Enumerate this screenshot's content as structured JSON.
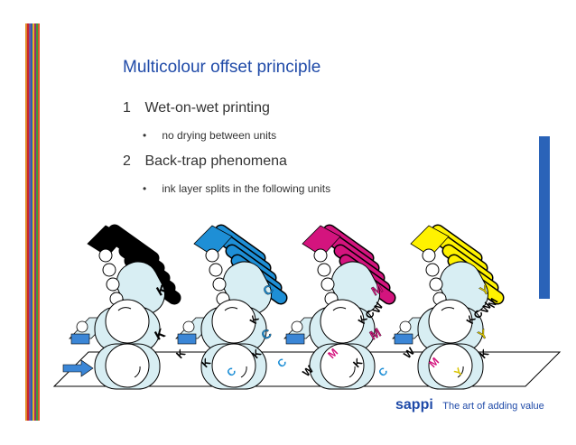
{
  "slide": {
    "title": "Multicolour offset principle",
    "points": [
      {
        "number": "1",
        "text": "Wet-on-wet printing",
        "sub": "no drying between units"
      },
      {
        "number": "2",
        "text": "Back-trap phenomena",
        "sub": "ink layer splits in the following units"
      }
    ],
    "bullet": "•"
  },
  "diagram": {
    "units": [
      {
        "ink": "#000000",
        "label": "K",
        "trailing": []
      },
      {
        "ink": "#1e8fd6",
        "label": "C",
        "trailing": [
          "K"
        ]
      },
      {
        "ink": "#d4147e",
        "label": "M",
        "trailing": [
          "K",
          "C",
          "W"
        ]
      },
      {
        "ink": "#fff200",
        "label": "Y",
        "trailing": [
          "K",
          "C",
          "W",
          "M"
        ]
      }
    ],
    "paper_labels": [
      "K",
      "K",
      "C",
      "K",
      "C",
      "W",
      "M",
      "K",
      "C",
      "W",
      "M",
      "Y",
      "K"
    ],
    "colors": {
      "cylinder": "#d8eef3",
      "roller_white": "#ffffff",
      "outline": "#000000",
      "arrow": "#3b86d6"
    }
  },
  "footer": {
    "logo": "sappi",
    "tagline": "The art of adding value",
    "accent": "#1f4aa8"
  },
  "decor": {
    "stripe_colors": [
      "#e08a2a",
      "#c9252c",
      "#7a4fa0",
      "#2b5fb0",
      "#e6b422",
      "#9b2d6b",
      "#3d9a3d",
      "#d6572b"
    ],
    "side_bar": "#2a63b8"
  }
}
